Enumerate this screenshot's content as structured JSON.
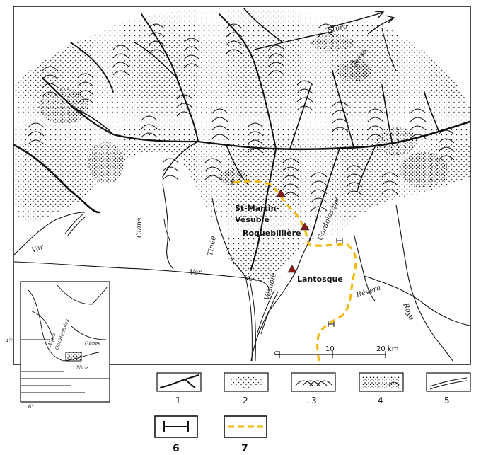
{
  "rivers": {
    "sturo": "Sturo",
    "gesso": "Gesso",
    "var_west": "Var",
    "var_south": "Var",
    "cians": "Cians",
    "tinee": "Tinée",
    "vesubie": "Vésubie",
    "gordolasque": "Gordolasque",
    "bevera": "Bévéra",
    "roya": "Roya"
  },
  "places": [
    {
      "label": "St-Martin-"
    },
    {
      "label": "Vésubie"
    },
    {
      "label": "Roquebillière"
    },
    {
      "label": "Lantosque"
    }
  ],
  "scale": {
    "ticks": [
      "0",
      "10",
      "20 km"
    ]
  },
  "inset": {
    "alps_line1": "Alpes",
    "alps_line2": "Occidentales",
    "genes": "Gênes",
    "nice": "Nice",
    "lat": "45°",
    "lon": "6°"
  },
  "legend": [
    {
      "num": "1",
      "symbol": "drainage-network"
    },
    {
      "num": "2",
      "symbol": "stippled-area"
    },
    {
      "num": "3",
      "symbol": "moraine-arcs"
    },
    {
      "num": "4",
      "symbol": "dense-stipple-arcs"
    },
    {
      "num": "5",
      "symbol": "gorge-walls"
    },
    {
      "num": "6",
      "symbol": "river-narrows"
    },
    {
      "num": "7",
      "symbol": "dashed-route"
    }
  ],
  "colors": {
    "route": "#f2b705",
    "marker": "#8b1a1a",
    "ink": "#111111"
  }
}
